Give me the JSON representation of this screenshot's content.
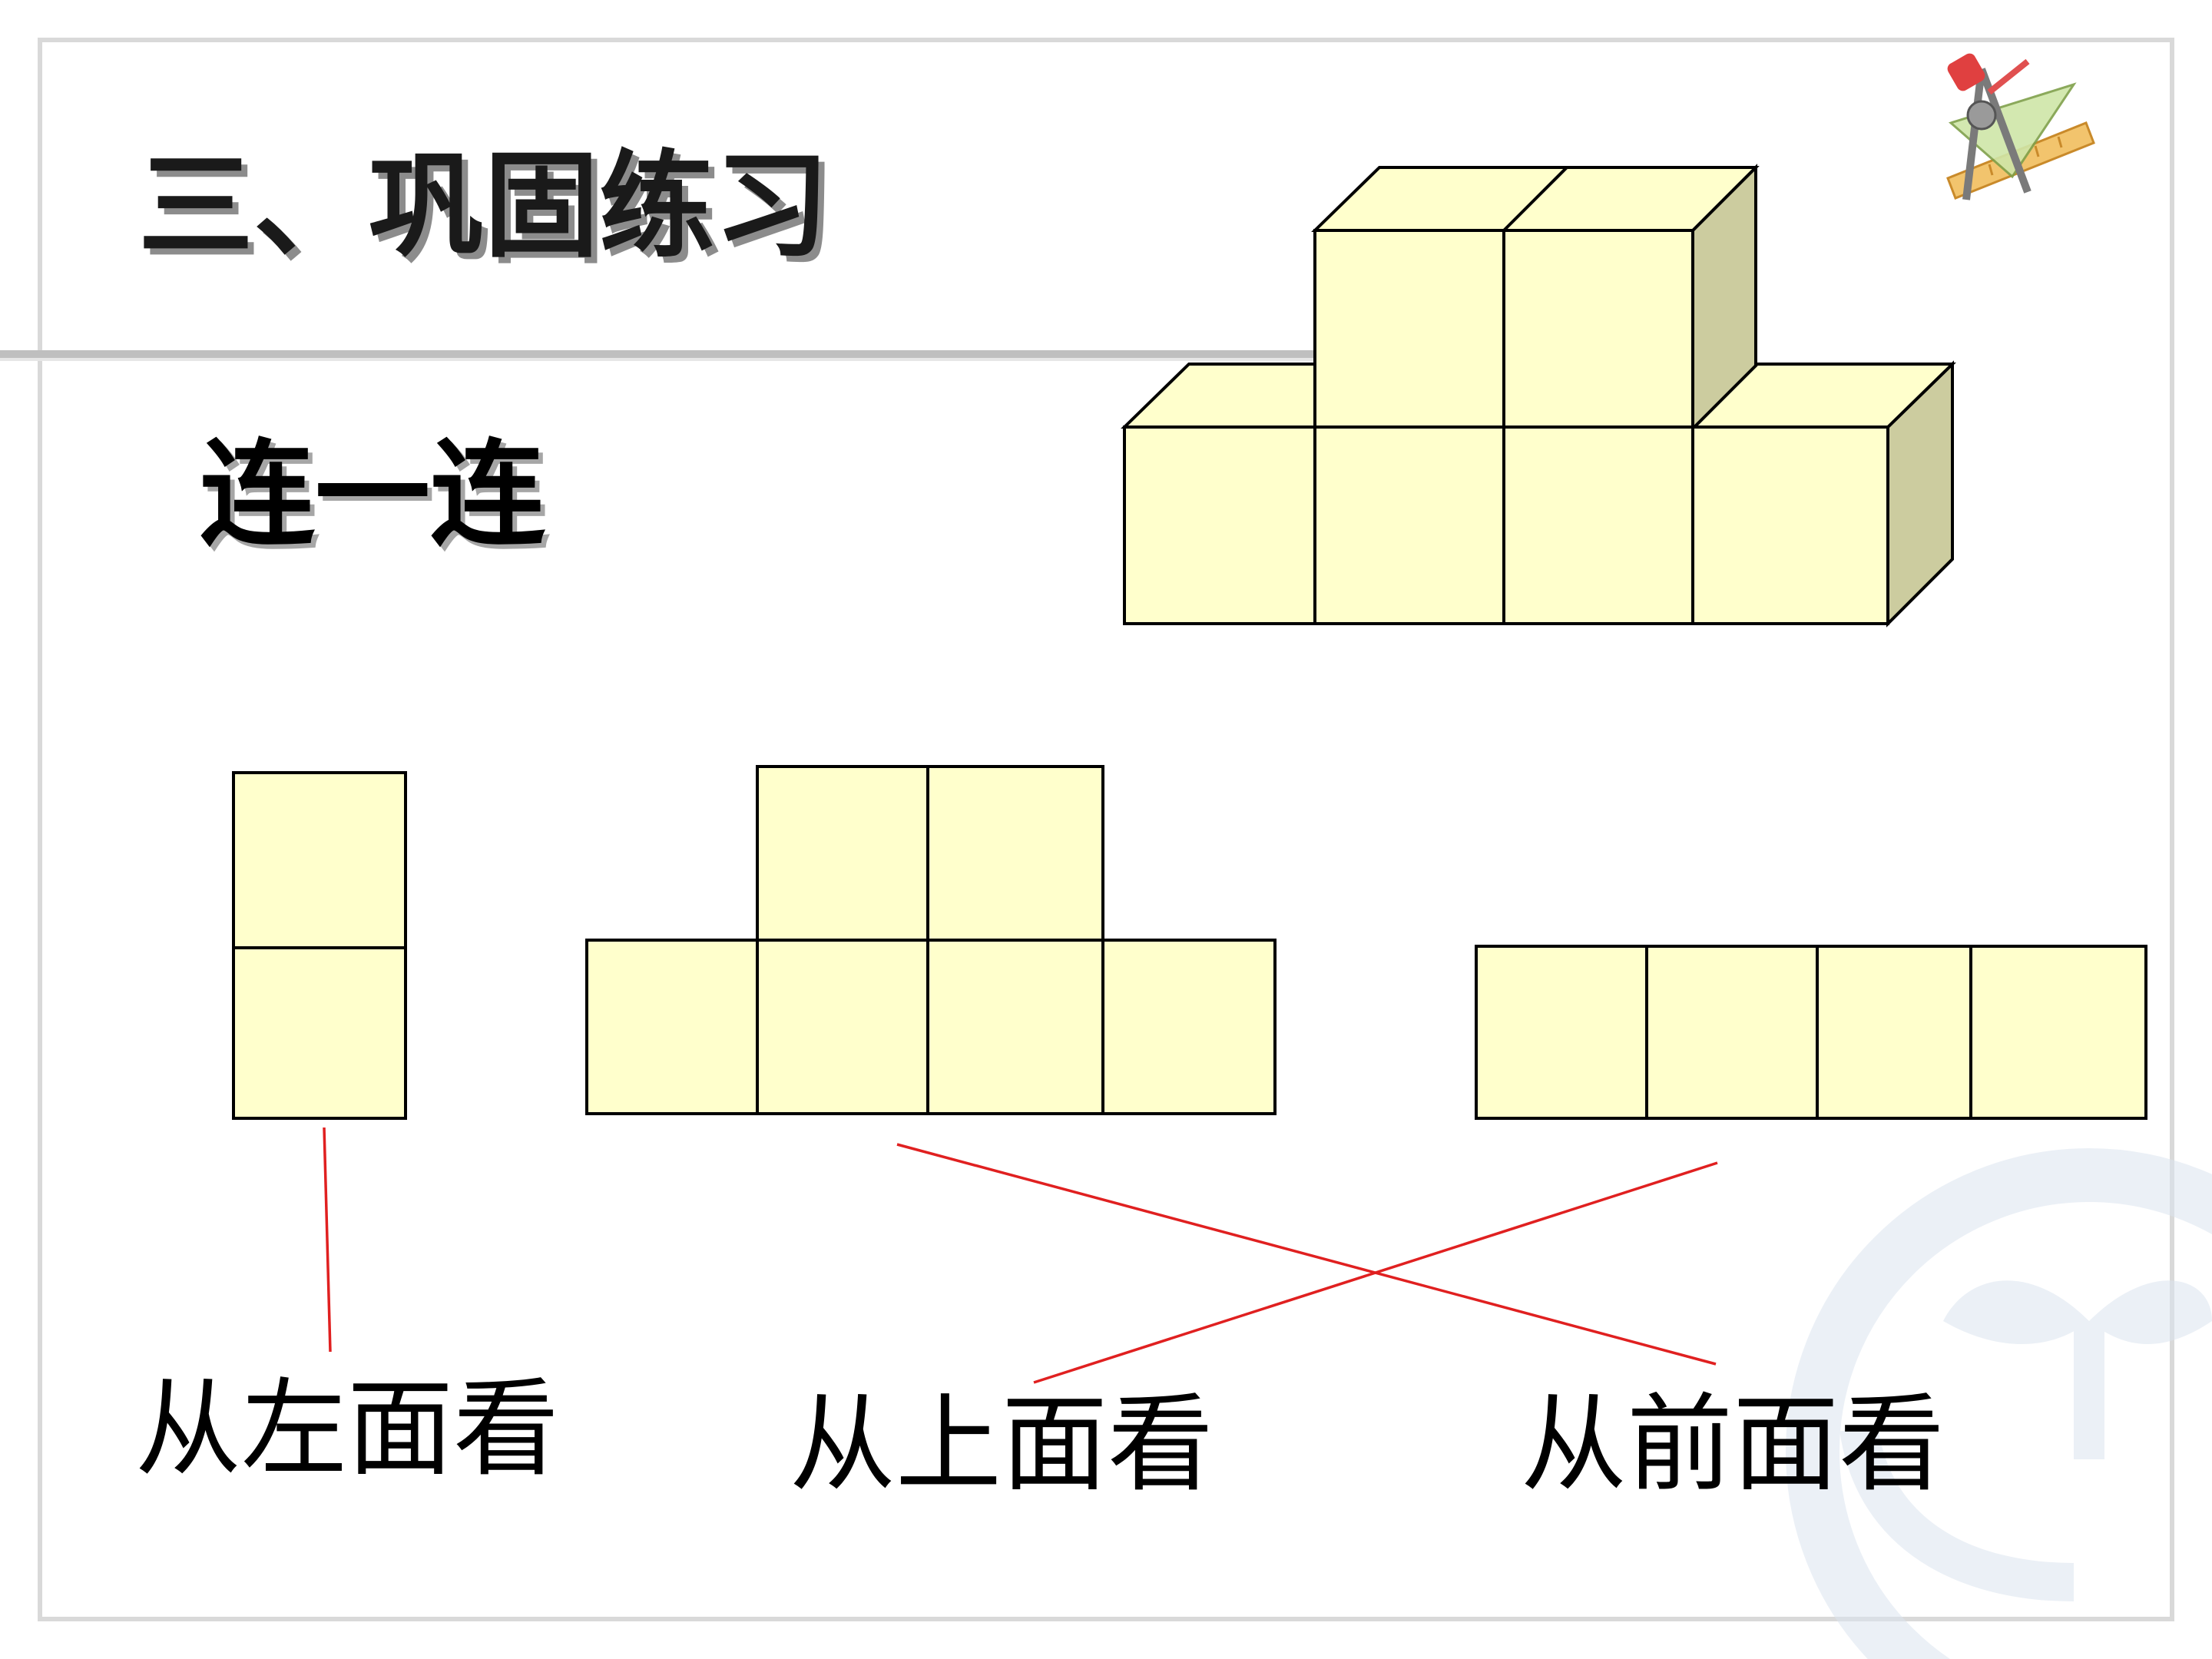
{
  "slide": {
    "title": "三、巩固练习",
    "instruction": "连一连"
  },
  "views": [
    {
      "id": "left",
      "label": "从左面看"
    },
    {
      "id": "top",
      "label": "从上面看"
    },
    {
      "id": "front",
      "label": "从前面看"
    }
  ],
  "colors": {
    "cube_front": "#ffffcc",
    "cube_top": "#ffffcc",
    "cube_side": "#cccc9f",
    "edge": "#000000",
    "match_line": "#e02020",
    "frame": "#d9d9d9",
    "watermark": "#dbe4ef"
  },
  "icons": {
    "corner": "compass-ruler-icon",
    "watermark": "sprout-hands-logo"
  }
}
